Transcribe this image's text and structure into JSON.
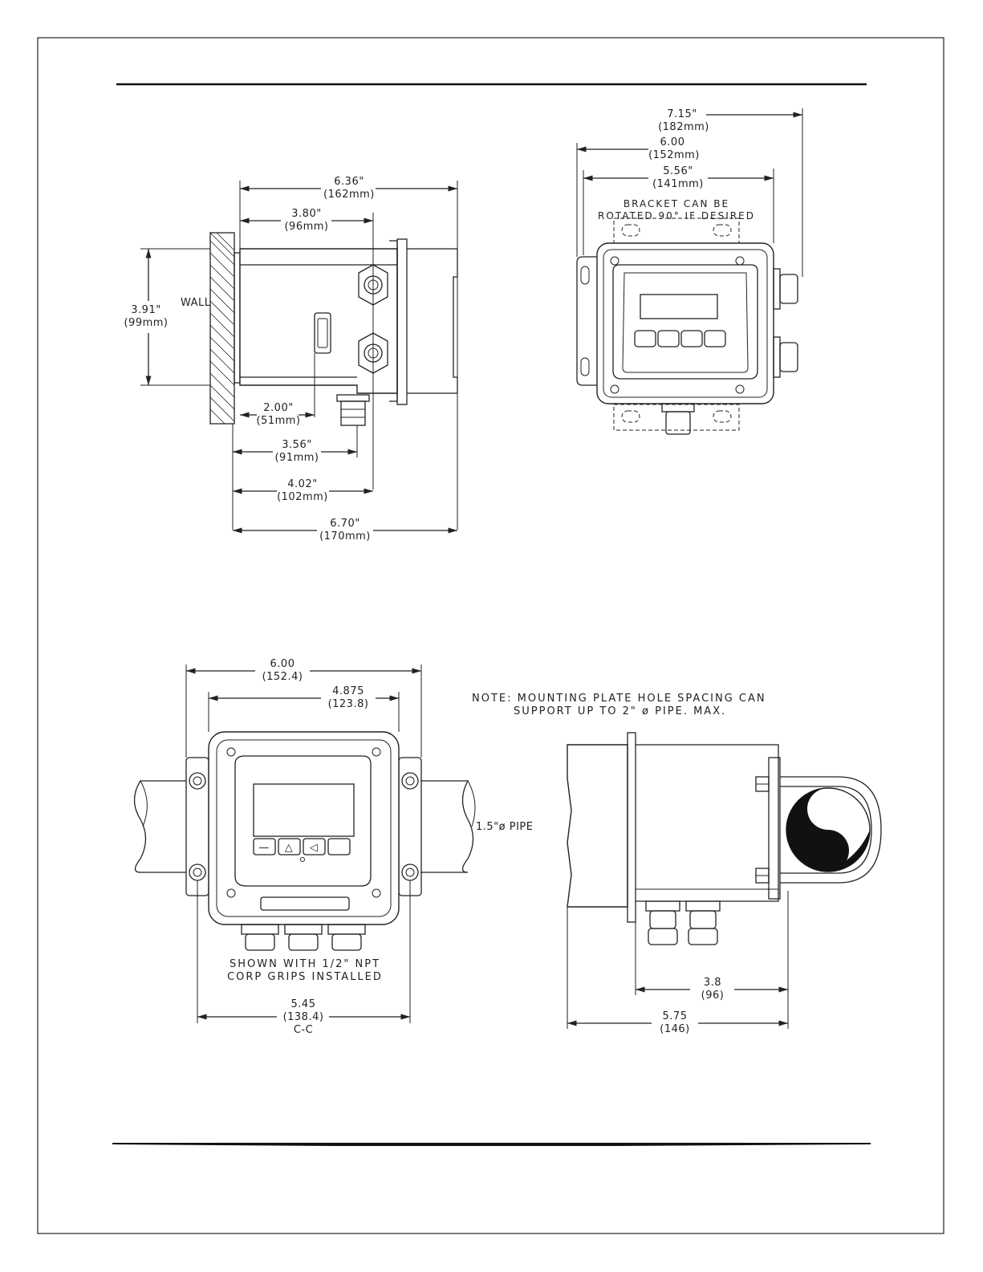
{
  "side_view": {
    "dim_636": {
      "in": "6.36\"",
      "mm": "(162mm)"
    },
    "dim_380": {
      "in": "3.80\"",
      "mm": "(96mm)"
    },
    "dim_391": {
      "in": "3.91\"",
      "mm": "(99mm)"
    },
    "dim_200": {
      "in": "2.00\"",
      "mm": "(51mm)"
    },
    "dim_356": {
      "in": "3.56\"",
      "mm": "(91mm)"
    },
    "dim_402": {
      "in": "4.02\"",
      "mm": "(102mm)"
    },
    "dim_670": {
      "in": "6.70\"",
      "mm": "(170mm)"
    },
    "wall_label": "WALL"
  },
  "front_view": {
    "dim_715": {
      "in": "7.15\"",
      "mm": "(182mm)"
    },
    "dim_600": {
      "in": "6.00",
      "mm": "(152mm)"
    },
    "dim_556": {
      "in": "5.56\"",
      "mm": "(141mm)"
    },
    "bracket_note_1": "BRACKET CAN BE",
    "bracket_note_2": "ROTATED 90° IF DESIRED"
  },
  "pipe_front_view": {
    "dim_600": {
      "in": "6.00",
      "mm": "(152.4)"
    },
    "dim_4875": {
      "in": "4.875",
      "mm": "(123.8)"
    },
    "dim_545": {
      "in": "5.45",
      "mm": "(138.4)",
      "cc": "C-C"
    },
    "pipe_label": "1.5\"ø PIPE",
    "grips_note_1": "SHOWN WITH 1/2\" NPT",
    "grips_note_2": "CORP GRIPS INSTALLED",
    "button_glyphs": [
      "—",
      "△",
      "◁",
      ""
    ]
  },
  "pipe_side_view": {
    "note_1": "NOTE: MOUNTING PLATE HOLE SPACING CAN",
    "note_2": "SUPPORT UP TO 2\" ø PIPE. MAX.",
    "dim_38": {
      "in": "3.8",
      "mm": "(96)"
    },
    "dim_575": {
      "in": "5.75",
      "mm": "(146)"
    }
  }
}
